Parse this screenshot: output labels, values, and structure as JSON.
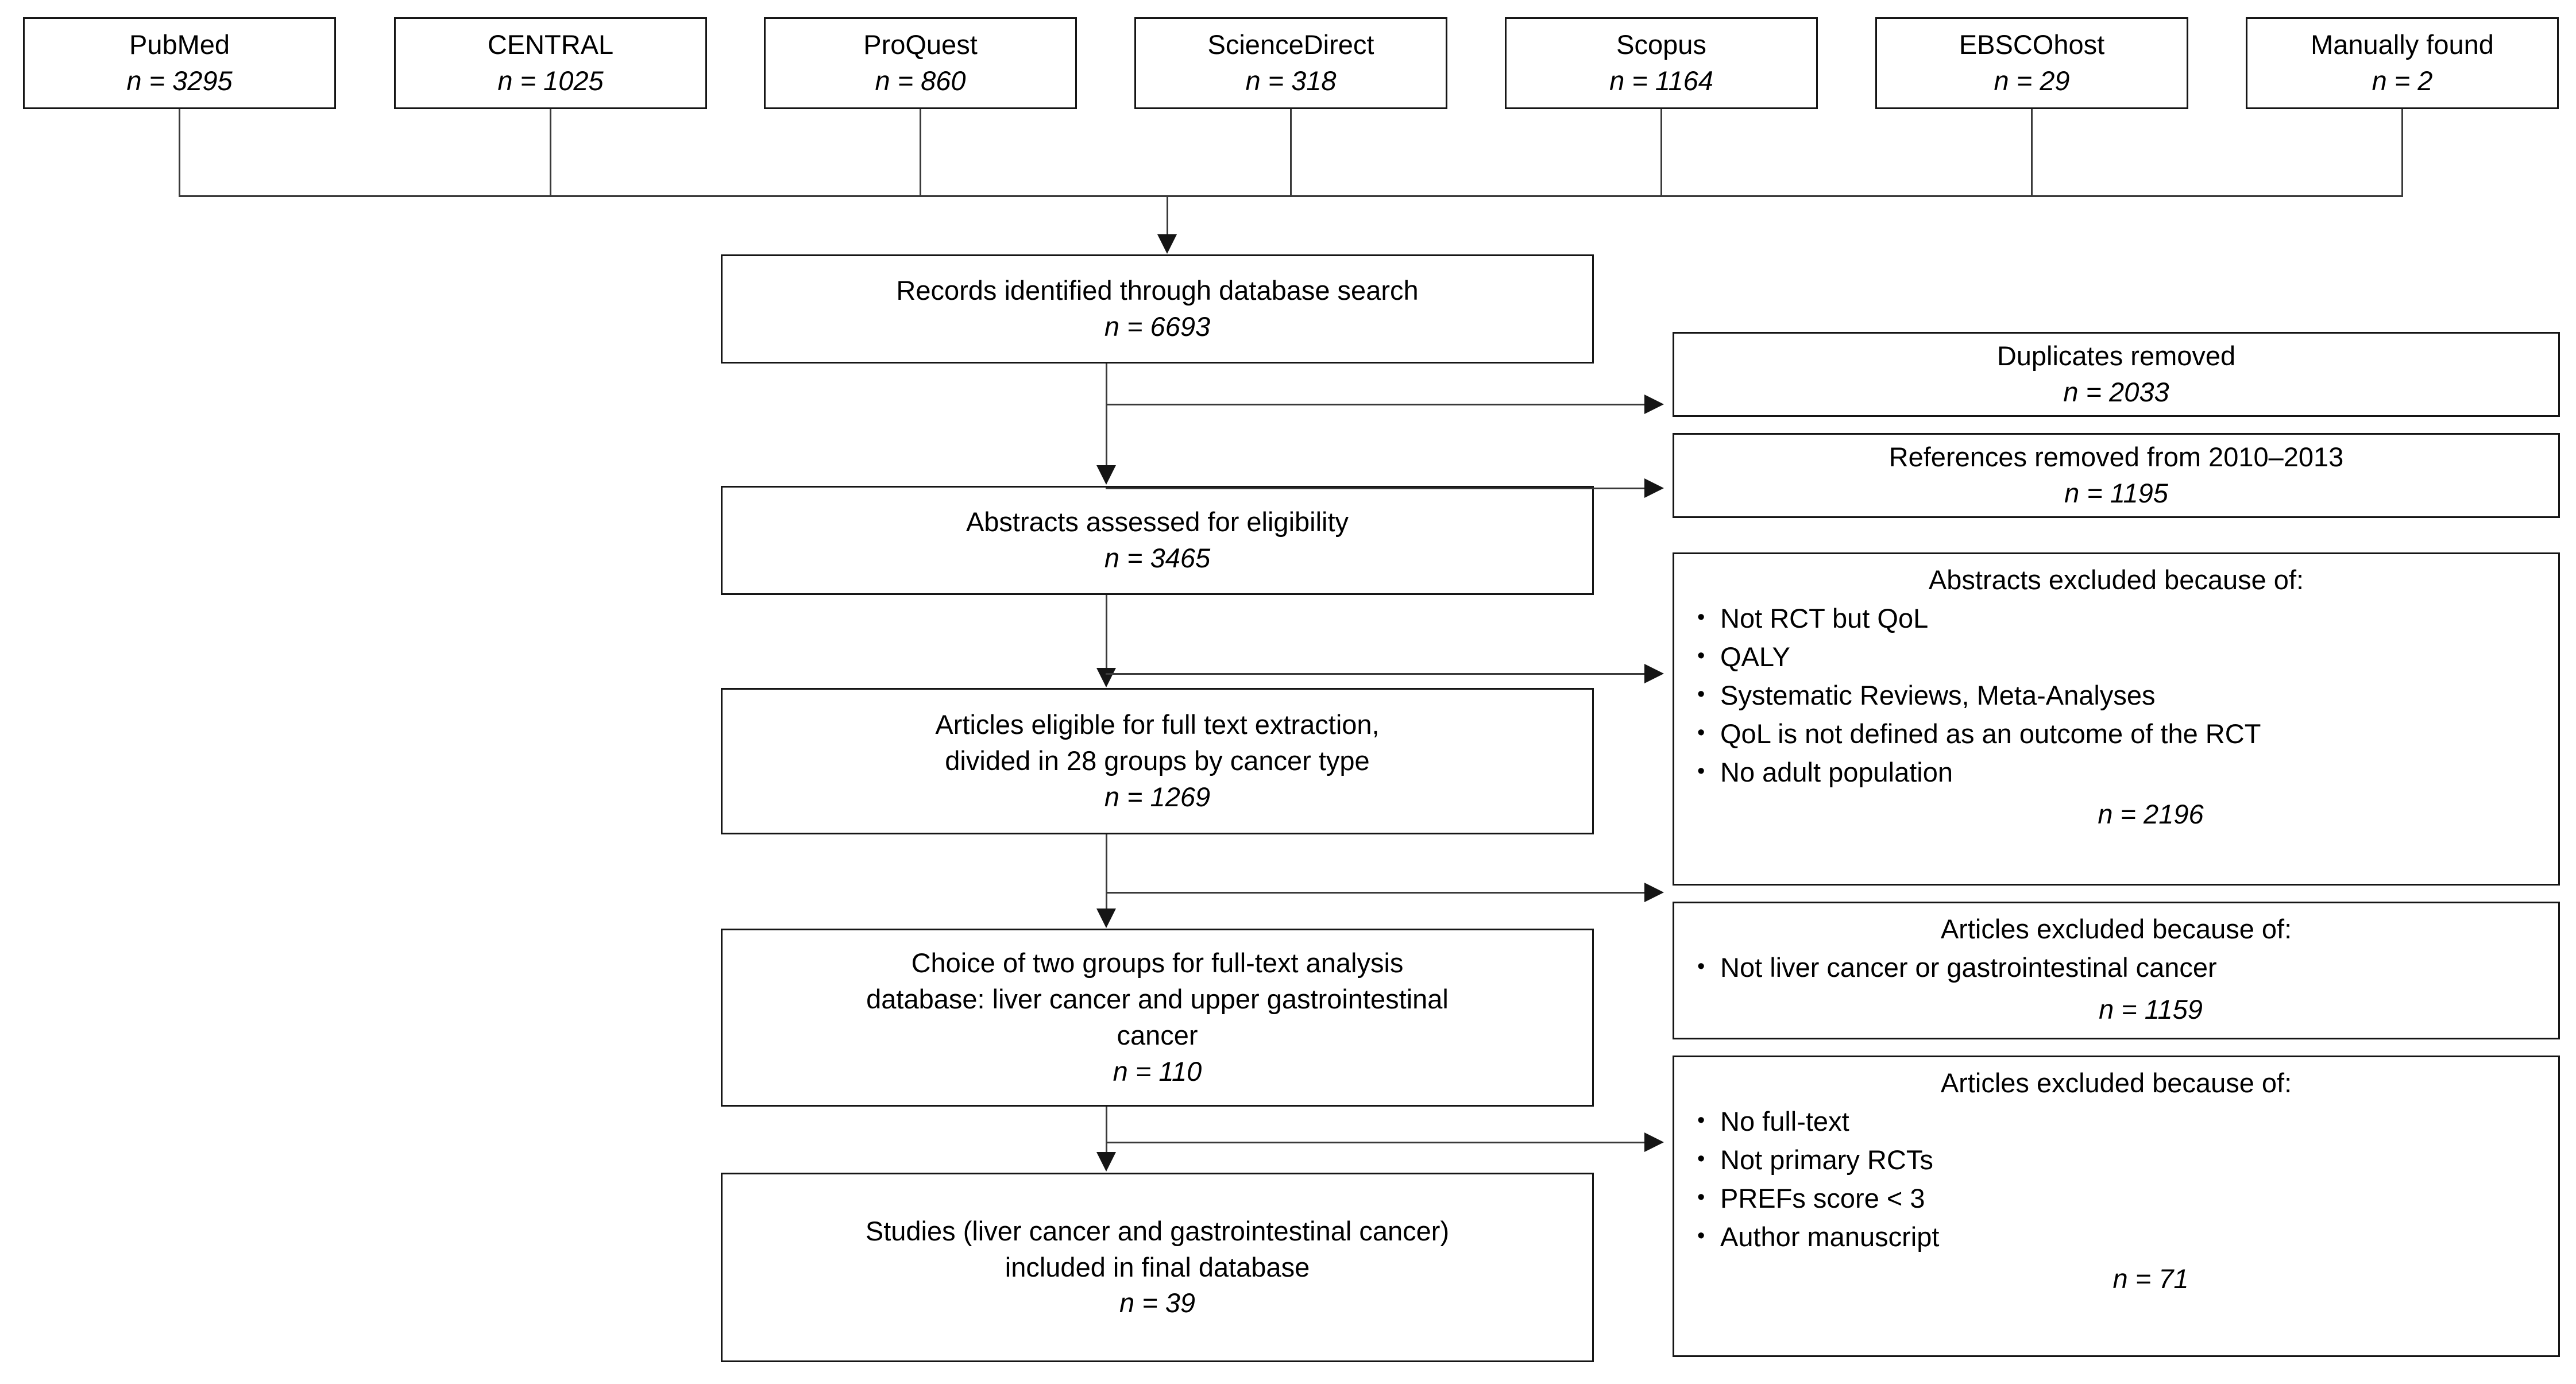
{
  "diagram": {
    "title": "PRISMA study selection flow diagram",
    "n_prefix": "n",
    "eq": " = ",
    "sources": [
      {
        "label": "PubMed",
        "n": "n = 3295"
      },
      {
        "label": "CENTRAL",
        "n": "n = 1025"
      },
      {
        "label": "ProQuest",
        "n": "n = 860"
      },
      {
        "label": "ScienceDirect",
        "n": "n = 318"
      },
      {
        "label": "Scopus",
        "n": "n = 1164"
      },
      {
        "label": "EBSCOhost",
        "n": "n = 29"
      },
      {
        "label": "Manually found",
        "n": "n = 2"
      }
    ],
    "main": [
      {
        "id": "records-identified",
        "lines": [
          "Records identified through database search"
        ],
        "n": "n = 6693"
      },
      {
        "id": "abstracts-assessed",
        "lines": [
          "Abstracts assessed for eligibility"
        ],
        "n": "n = 3465"
      },
      {
        "id": "articles-eligible",
        "lines": [
          "Articles eligible for full text extraction,",
          "divided in 28 groups by cancer type"
        ],
        "n": "n = 1269"
      },
      {
        "id": "choice-two-groups",
        "lines": [
          "Choice of two groups for full-text analysis",
          "database: liver cancer and upper gastrointestinal",
          "cancer"
        ],
        "n": "n = 110"
      },
      {
        "id": "studies-included",
        "lines": [
          "Studies (liver cancer and gastrointestinal cancer)",
          "included in final database"
        ],
        "n": "n = 39"
      }
    ],
    "exclusions": [
      {
        "id": "duplicates-removed",
        "header": "Duplicates removed",
        "bullets": [],
        "n": "n = 2033"
      },
      {
        "id": "references-removed",
        "header": "References removed from 2010–2013",
        "bullets": [],
        "n": "n = 1195"
      },
      {
        "id": "abstracts-excluded",
        "header": "Abstracts excluded because of:",
        "bullets": [
          "Not RCT but QoL",
          "QALY",
          "Systematic Reviews,  Meta-Analyses",
          "QoL is not defined as an outcome of the RCT",
          "No adult population"
        ],
        "n": "n = 2196"
      },
      {
        "id": "articles-excluded-cancer",
        "header": "Articles excluded because of:",
        "bullets": [
          "Not liver cancer or gastrointestinal cancer"
        ],
        "n": "n = 1159"
      },
      {
        "id": "articles-excluded-fulltext",
        "header": "Articles excluded because of:",
        "bullets": [
          "No full-text",
          "Not primary RCTs",
          "PREFs score < 3",
          "Author manuscript"
        ],
        "n": "n = 71"
      }
    ],
    "colors": {
      "box_border": "#151515",
      "connector": "#3a3a3a",
      "background": "#ffffff",
      "text": "#000000"
    }
  }
}
